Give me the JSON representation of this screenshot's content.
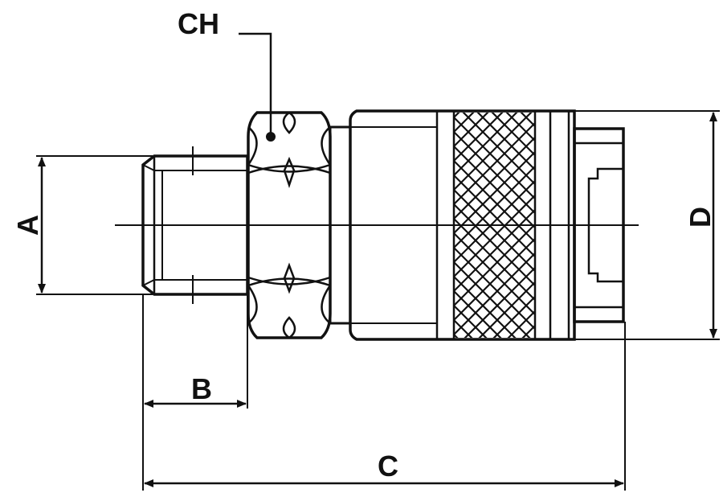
{
  "labels": {
    "ch": "CH",
    "a": "A",
    "b": "B",
    "c": "C",
    "d": "D"
  },
  "colors": {
    "line": "#111111",
    "background": "#ffffff"
  }
}
